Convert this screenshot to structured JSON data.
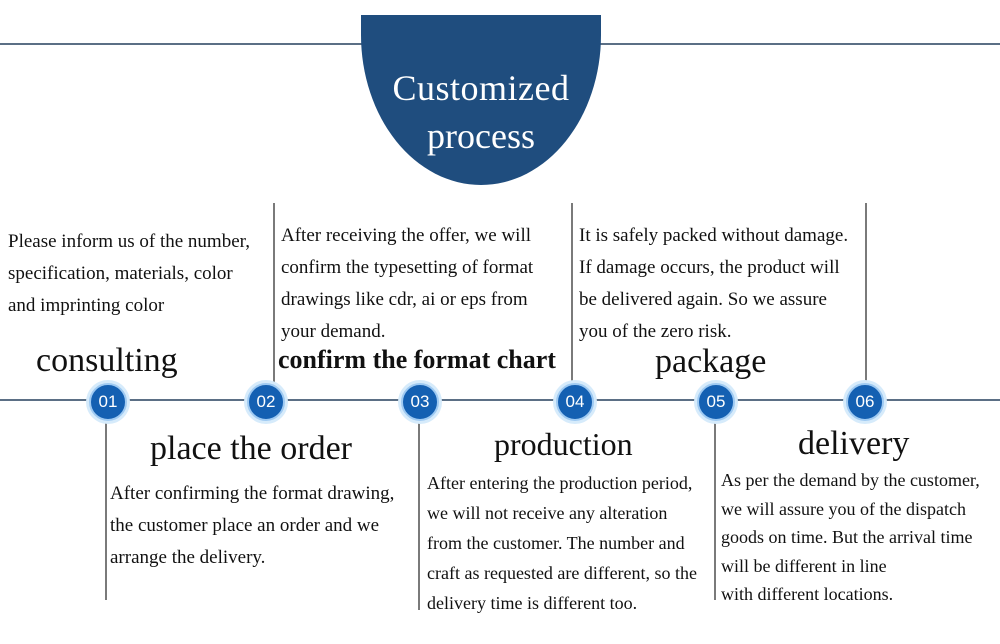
{
  "header": {
    "line1": "Customized",
    "line2": "process"
  },
  "steps": [
    {
      "num": "01",
      "title": "consulting",
      "desc": [
        "Please inform us of the number,",
        "specification, materials, color",
        "and imprinting color"
      ]
    },
    {
      "num": "02",
      "title": "place the order",
      "desc": [
        "After confirming the format drawing,",
        "the customer place an order and we",
        "arrange the delivery."
      ]
    },
    {
      "num": "03",
      "title": "confirm the format chart",
      "desc": [
        "After receiving the offer, we will",
        "confirm the typesetting of  format",
        "drawings like cdr, ai or eps from",
        "your demand."
      ]
    },
    {
      "num": "04",
      "title": "production",
      "desc": [
        "After entering the production period,",
        "we will not receive any alteration",
        "from the customer. The number and",
        "craft as requested are different, so the",
        "delivery time is different too."
      ]
    },
    {
      "num": "05",
      "title": "package",
      "desc": [
        "It is safely packed without damage.",
        "If damage occurs, the product will",
        "be delivered again. So we assure",
        "you of the zero risk."
      ]
    },
    {
      "num": "06",
      "title": "delivery",
      "desc": [
        "As per the demand by the customer,",
        "we will assure you of the dispatch",
        "goods on time. But the arrival time",
        "will be different in line",
        "with different locations."
      ]
    }
  ]
}
